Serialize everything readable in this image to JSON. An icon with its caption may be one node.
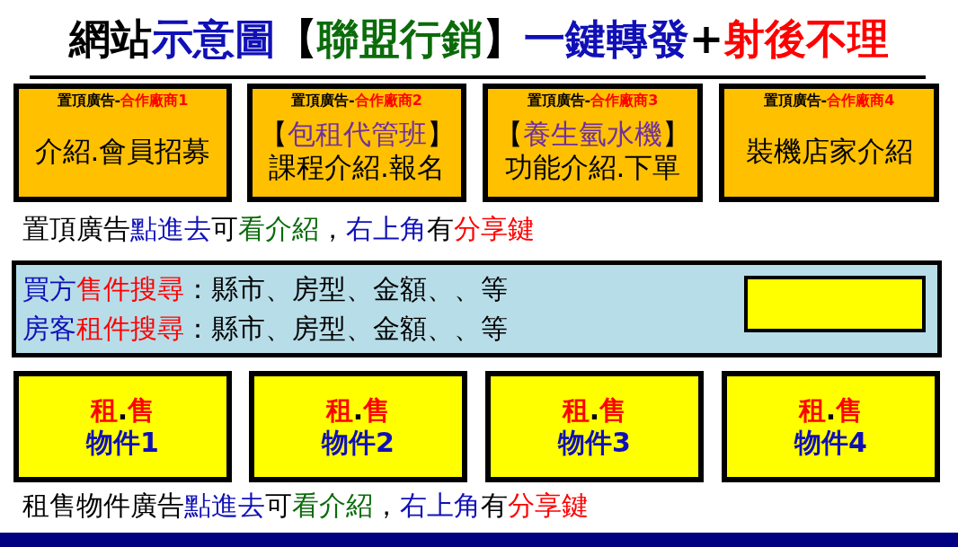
{
  "diagram": {
    "title": "網站示意圖【聯盟行銷】一鍵轉發+射後不理",
    "nodes": [
      {
        "text": [
          "置頂廣告-合作廠商1",
          "介紹.會員招募"
        ]
      },
      {
        "text": [
          "置頂廣告-合作廠商2",
          "【包租代管班】",
          "課程介紹.報名"
        ]
      },
      {
        "text": [
          "置頂廣告-合作廠商3",
          "【養生氫水機】",
          "功能介紹.下單"
        ]
      },
      {
        "text": [
          "置頂廣告-合作廠商4",
          "裝機店家介紹"
        ]
      },
      {
        "text": [
          "買方售件搜尋：縣市、房型、金額、、等",
          "房客租件搜尋：縣市、房型、金額、、等"
        ]
      },
      {
        "text": [],
        "shape": "box",
        "in": 4
      },
      {
        "text": [
          "租.售",
          "物件1"
        ]
      },
      {
        "text": [
          "租.售",
          "物件2"
        ]
      },
      {
        "text": [
          "租.售",
          "物件3"
        ]
      },
      {
        "text": [
          "租.售",
          "物件4"
        ]
      }
    ],
    "labels": [
      "置頂廣告點進去可看介紹，右上角有分享鍵",
      "租售物件廣告點進去可看介紹，右上角有分享鍵"
    ]
  }
}
